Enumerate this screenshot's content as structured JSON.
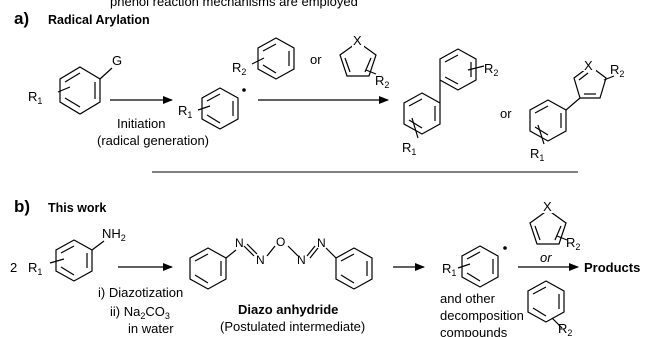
{
  "header_fragment": "phenol reaction mechanisms are employed",
  "section_a": {
    "letter": "a)",
    "title": "Radical Arylation",
    "substituent_G": "G",
    "initiation": "Initiation",
    "radical_generation": "(radical generation)",
    "or": "or",
    "heteroatom": "X"
  },
  "section_b": {
    "letter": "b)",
    "title": "This work",
    "coefficient": "2",
    "step1": "i) Diazotization",
    "step2_prefix": "ii) Na",
    "step2_sub1": "2",
    "step2_mid": "CO",
    "step2_sub2": "3",
    "step2_suffix": "in water",
    "diazo_name": "Diazo anhydride",
    "diazo_note": "(Postulated intermediate)",
    "decomp_line1": "and other",
    "decomp_line2": "decomposition",
    "decomp_line3": "compounds",
    "or_italic": "or",
    "products": "Products",
    "atom_N": "N",
    "atom_O": "O",
    "heteroatom": "X"
  },
  "groups": {
    "R": "R",
    "R1_sub": "1",
    "R2_sub": "2",
    "NH": "NH",
    "NH2_sub": "2"
  }
}
